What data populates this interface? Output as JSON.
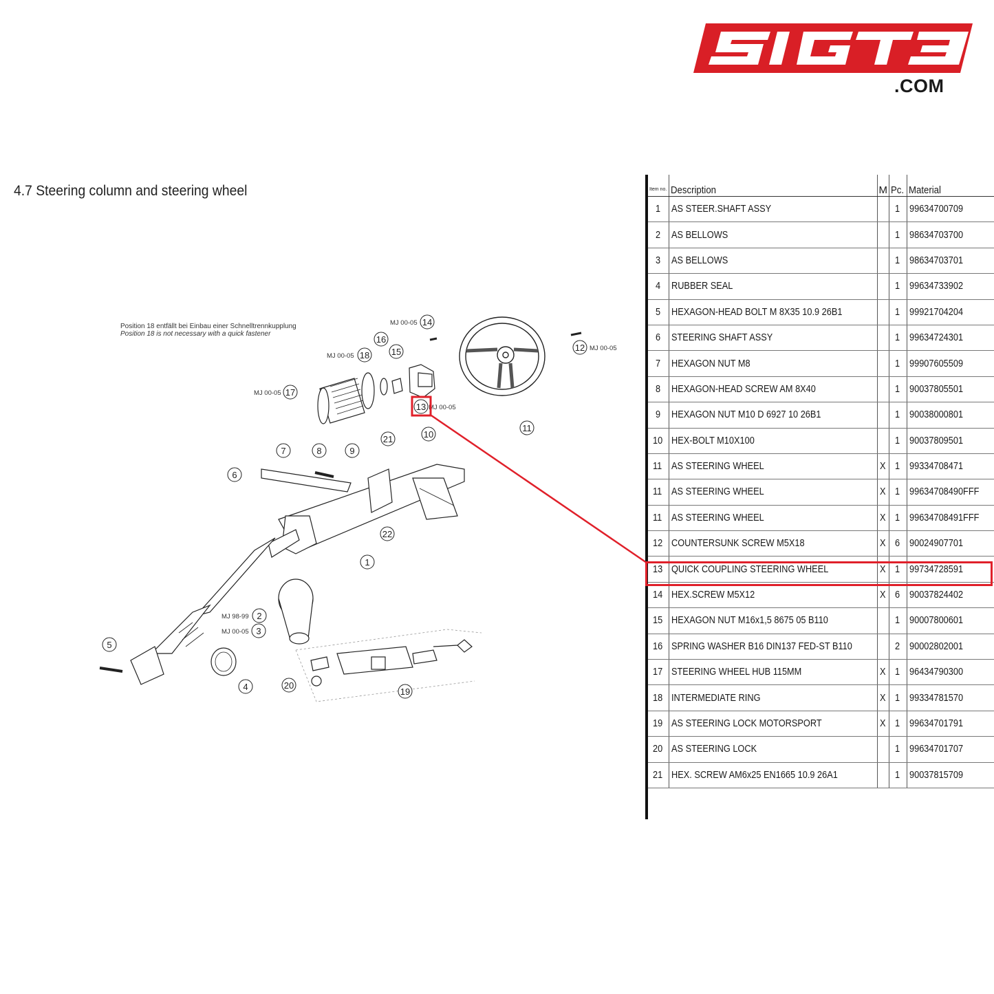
{
  "logo": {
    "text": "SIGT3",
    "suffix": ".COM",
    "color": "#d91f26"
  },
  "section": {
    "title": "4.7  Steering column and steering wheel"
  },
  "diagram": {
    "note_de": "Position 18 entfällt bei Einbau einer Schnelltrennkupplung",
    "note_en": "Position 18 is not necessary with a quick fastener",
    "callouts": [
      "1",
      "2",
      "3",
      "4",
      "5",
      "6",
      "7",
      "8",
      "9",
      "10",
      "11",
      "12",
      "13",
      "14",
      "15",
      "16",
      "17",
      "18",
      "19",
      "20",
      "21",
      "22"
    ],
    "labels": {
      "l14": "MJ 00-05",
      "l18": "MJ 00-05",
      "l17": "MJ 00-05",
      "l13": "MJ 00-05",
      "l12": "MJ 00-05",
      "l2": "MJ 98-99",
      "l3": "MJ 00-05"
    },
    "highlight_color": "#e0202a"
  },
  "table": {
    "headers": {
      "item": "Item no.",
      "desc": "Description",
      "m": "M",
      "pc": "Pc.",
      "material": "Material"
    },
    "rows": [
      {
        "item": "1",
        "desc": "AS STEER.SHAFT ASSY",
        "m": "",
        "pc": "1",
        "material": "99634700709"
      },
      {
        "item": "2",
        "desc": "AS BELLOWS",
        "m": "",
        "pc": "1",
        "material": "98634703700"
      },
      {
        "item": "3",
        "desc": "AS BELLOWS",
        "m": "",
        "pc": "1",
        "material": "98634703701"
      },
      {
        "item": "4",
        "desc": "RUBBER SEAL",
        "m": "",
        "pc": "1",
        "material": "99634733902"
      },
      {
        "item": "5",
        "desc": "HEXAGON-HEAD BOLT M 8X35 10.9 26B1",
        "m": "",
        "pc": "1",
        "material": "99921704204"
      },
      {
        "item": "6",
        "desc": "STEERING SHAFT ASSY",
        "m": "",
        "pc": "1",
        "material": "99634724301"
      },
      {
        "item": "7",
        "desc": "HEXAGON NUT M8",
        "m": "",
        "pc": "1",
        "material": "99907605509"
      },
      {
        "item": "8",
        "desc": "HEXAGON-HEAD SCREW AM 8X40",
        "m": "",
        "pc": "1",
        "material": "90037805501"
      },
      {
        "item": "9",
        "desc": "HEXAGON NUT M10 D 6927 10 26B1",
        "m": "",
        "pc": "1",
        "material": "90038000801"
      },
      {
        "item": "10",
        "desc": "HEX-BOLT M10X100",
        "m": "",
        "pc": "1",
        "material": "90037809501"
      },
      {
        "item": "11",
        "desc": "AS STEERING WHEEL",
        "m": "X",
        "pc": "1",
        "material": "99334708471"
      },
      {
        "item": "11",
        "desc": "AS STEERING WHEEL",
        "m": "X",
        "pc": "1",
        "material": "99634708490FFF"
      },
      {
        "item": "11",
        "desc": "AS STEERING WHEEL",
        "m": "X",
        "pc": "1",
        "material": "99634708491FFF"
      },
      {
        "item": "12",
        "desc": "COUNTERSUNK SCREW M5X18",
        "m": "X",
        "pc": "6",
        "material": "90024907701"
      },
      {
        "item": "13",
        "desc": "QUICK COUPLING STEERING WHEEL",
        "m": "X",
        "pc": "1",
        "material": "99734728591"
      },
      {
        "item": "14",
        "desc": "HEX.SCREW M5X12",
        "m": "X",
        "pc": "6",
        "material": "90037824402"
      },
      {
        "item": "15",
        "desc": "HEXAGON NUT M16x1,5 8675 05 B110",
        "m": "",
        "pc": "1",
        "material": "90007800601"
      },
      {
        "item": "16",
        "desc": "SPRING WASHER B16 DIN137 FED-ST B110",
        "m": "",
        "pc": "2",
        "material": "90002802001"
      },
      {
        "item": "17",
        "desc": "STEERING WHEEL HUB 115MM",
        "m": "X",
        "pc": "1",
        "material": "96434790300"
      },
      {
        "item": "18",
        "desc": "INTERMEDIATE RING",
        "m": "X",
        "pc": "1",
        "material": "99334781570"
      },
      {
        "item": "19",
        "desc": "AS STEERING LOCK MOTORSPORT",
        "m": "X",
        "pc": "1",
        "material": "99634701791"
      },
      {
        "item": "20",
        "desc": "AS STEERING LOCK",
        "m": "",
        "pc": "1",
        "material": "99634701707"
      },
      {
        "item": "21",
        "desc": "HEX. SCREW AM6x25 EN1665 10.9 26A1",
        "m": "",
        "pc": "1",
        "material": "90037815709"
      }
    ]
  }
}
